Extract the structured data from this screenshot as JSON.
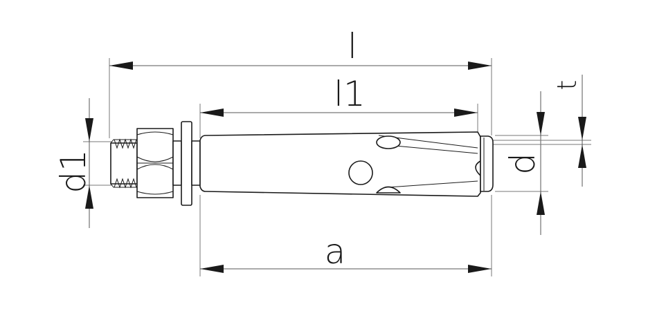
{
  "drawing": {
    "labels": {
      "l": "l",
      "l1": "l1",
      "a": "a",
      "d": "d",
      "d1": "d1",
      "t": "t"
    }
  }
}
